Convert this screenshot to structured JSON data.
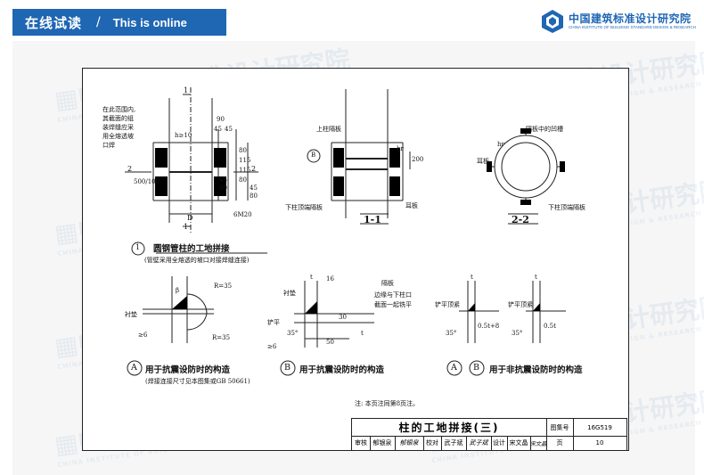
{
  "header": {
    "tab_zh": "在线试读",
    "tab_sep": "/",
    "tab_en": "This is online"
  },
  "logo": {
    "name_zh": "中国建筑标准设计研究院",
    "name_en": "CHINA INSTITUTE OF BUILDING STANDARD DESIGN & RESEARCH"
  },
  "watermark": {
    "text_zh": "中国建筑标准设计研究院",
    "text_en": "CHINA INSTITUTE OF BUILDING STANDARD DESIGN & RESEARCH"
  },
  "detail1": {
    "note": [
      "在此范围内,",
      "其截面的组",
      "装焊缝应采",
      "用全熔透坡",
      "口焊"
    ],
    "dims_top": [
      "90",
      "45",
      "45"
    ],
    "dim_h": "h≥10",
    "dims_right": [
      "80",
      "115",
      "115",
      "80"
    ],
    "dims_right2": [
      "45",
      "80",
      "45",
      "80"
    ],
    "dim_left": "500/100",
    "label_D": "D",
    "bolt": "6M20",
    "section": [
      "1",
      "1",
      "2",
      "2"
    ],
    "circle_num": "1",
    "title": "圆钢管柱的工地拼接",
    "subtitle": "(管壁采用全熔透的坡口对接焊缝连接)"
  },
  "detail11": {
    "labels": [
      "上柱隔板",
      "下柱顶端隔板",
      "耳板"
    ],
    "hr": "hr",
    "b": "B",
    "dim": "200",
    "title": "1-1"
  },
  "detail22": {
    "labels": [
      "隔板中的凹槽",
      "耳板",
      "下柱顶端隔板"
    ],
    "hr": "hr",
    "title": "2-2"
  },
  "detailA": {
    "labels": [
      "R=35",
      "R=35",
      "β",
      "衬垫",
      "≥6"
    ],
    "letter": "A",
    "title": "用于抗震设防时的构造",
    "subtitle": "(焊接连接尺寸见本图集或GB 50661)"
  },
  "detailB": {
    "labels": [
      "衬垫",
      "隔板",
      "边缘与下柱口",
      "截面一起铣平",
      "铲平",
      "30",
      "50",
      "t",
      "16",
      "35°",
      "t",
      "≥6"
    ],
    "letter": "B",
    "title": "用于抗震设防时的构造"
  },
  "detailAB": {
    "labels": [
      "铲平顶紧",
      "铲平顶紧",
      "0.5t+8",
      "0.5t",
      "t",
      "t",
      "35°",
      "35°"
    ],
    "letters": [
      "A",
      "B"
    ],
    "title": "用于非抗震设防时的构造"
  },
  "note": "注: 本页注同第8页注。",
  "title_block": {
    "title": "柱的工地拼接(三)",
    "atlas_label": "图集号",
    "atlas_no": "16G519",
    "row": [
      "审核",
      "郁银泉",
      "郁银泉",
      "校对",
      "武子斌",
      "武子斌",
      "设计",
      "宋文晶",
      "宋文晶",
      "页"
    ],
    "page": "10"
  },
  "colors": {
    "brand": "#1f66b3",
    "line": "#222222",
    "hatch": "#000000"
  }
}
